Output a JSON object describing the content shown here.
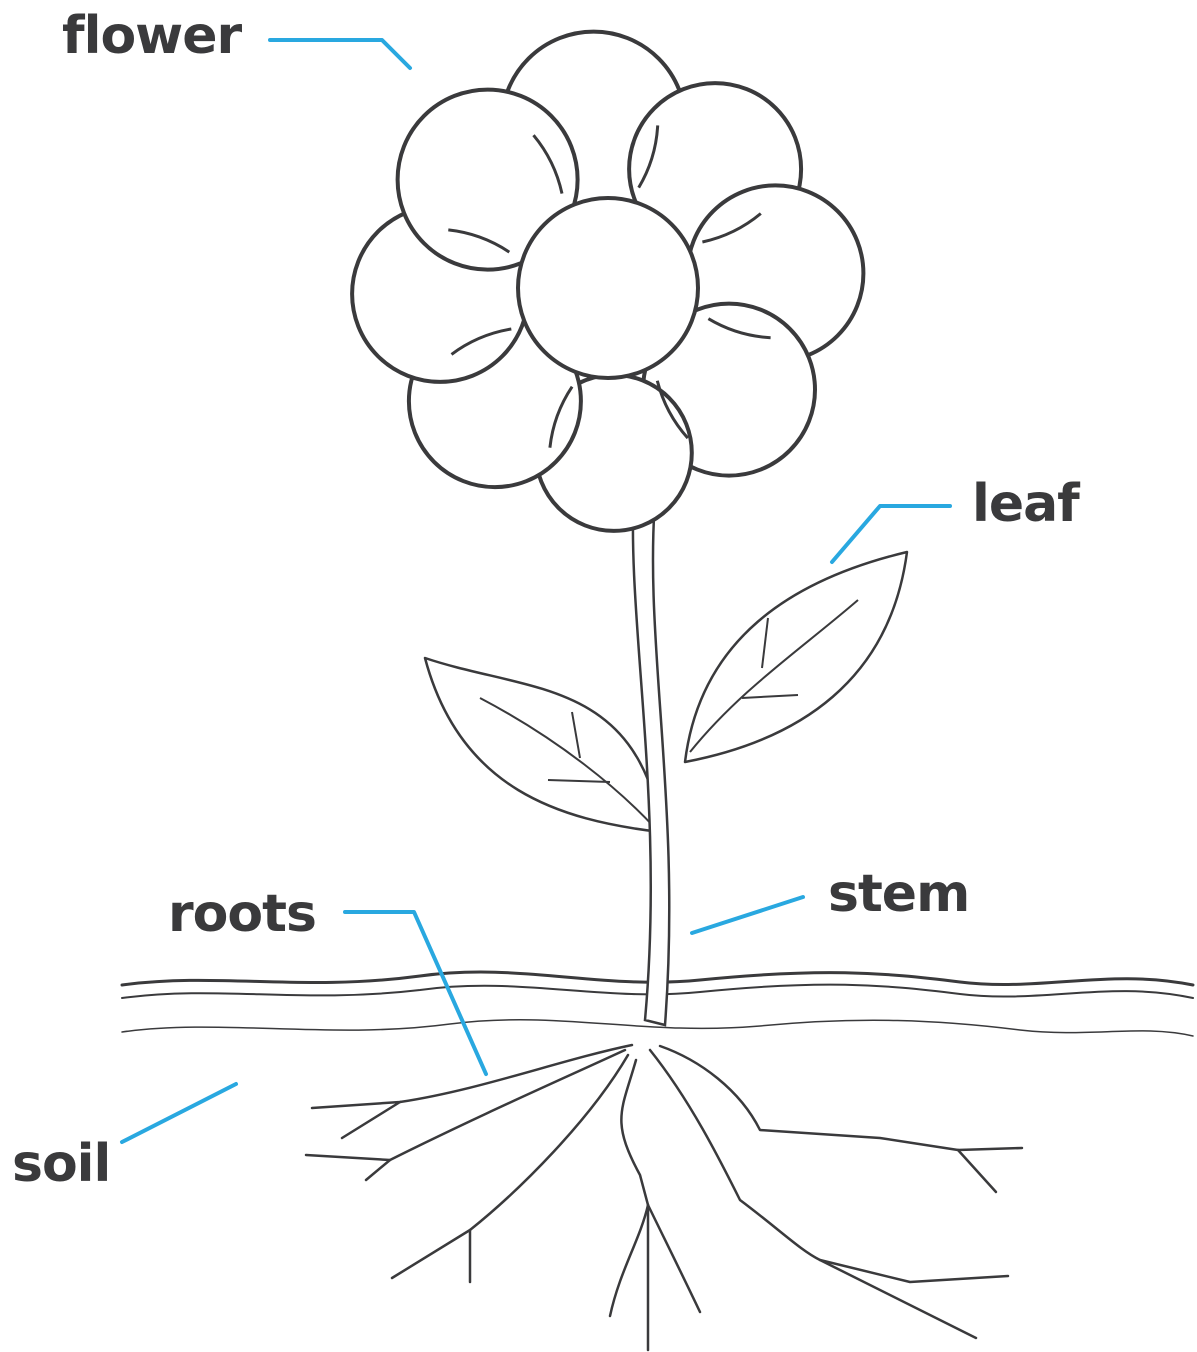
{
  "labels": {
    "flower": "flower",
    "leaf": "leaf",
    "stem": "stem",
    "roots": "roots",
    "soil": "soil"
  },
  "colors": {
    "outline": "#3a3a3c",
    "leader": "#29a8e0",
    "text": "#3a3a3c",
    "background": "#ffffff"
  }
}
